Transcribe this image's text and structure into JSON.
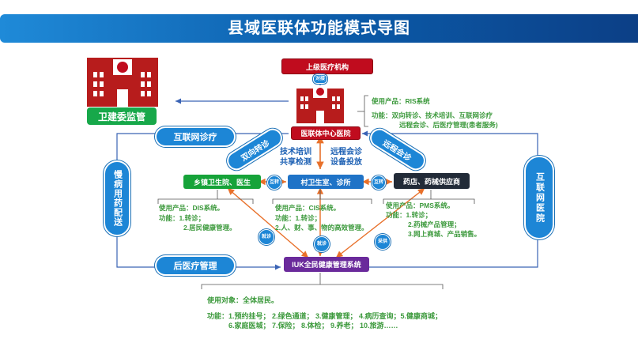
{
  "title": "县域医联体功能模式导图",
  "weijian": "卫建委监管",
  "upper_inst": "上级医疗机构",
  "upper_link": "对接",
  "center_hospital": "医联体中心医院",
  "ris": {
    "product": "使用产品：RIS系统",
    "func1": "功能：双向转诊、技术培训、互联网诊疗",
    "func2": "远程会诊、后医疗管理(患者服务)"
  },
  "internet_pill": "互联网诊疗",
  "post_pill": "后医疗管理",
  "chronic_pill": "慢病用药配送",
  "internet_hospital_pill": "互联网医院",
  "left_oval": "双向转诊",
  "right_oval": "远程会诊",
  "middle": {
    "line1": "技术培训",
    "line2": "共享检测",
    "line3": "远程会诊",
    "line4": "设备投放"
  },
  "township": "乡镇卫生院、医生",
  "village": "村卫生室、诊所",
  "pharmacy": "药店、药械供应商",
  "mutual": "互转",
  "dis": {
    "product": "使用产品：DIS系统。",
    "func1": "功能：1.转诊；",
    "func2": "2.居民健康管理。"
  },
  "cis": {
    "product": "使用产品：CIS系统。",
    "func1": "功能：1.转诊；",
    "func2": "2.人、财、事、物的高效管理。"
  },
  "pms": {
    "product": "使用产品：PMS系统。",
    "func1": "功能：1.转诊；",
    "func2": "2.药械产品管理；",
    "func3": "3.网上商城、产品销售。"
  },
  "badge_jiuzhen_left": "就诊",
  "badge_jiuzhen_mid": "就诊",
  "badge_gongying": "采供",
  "iuk": "IUK全民健康管理系统",
  "users": "使用对象：全体居民。",
  "func_row1": "功能：1.预约挂号； 2.绿色通道； 3.健康管理； 4.病历查询；5.健康商城；",
  "func_row2": "6.家庭医城； 7.保险； 8.体检； 9.养老； 10.旅游……",
  "colors": {
    "banner": "#0b5aa8",
    "red": "#c00c1e",
    "green_box": "#16a339",
    "blue_box": "#1f73c7",
    "purple_box": "#6a2a9b",
    "text_green": "#3d9a3d",
    "text_blue": "#1b5fb3"
  }
}
